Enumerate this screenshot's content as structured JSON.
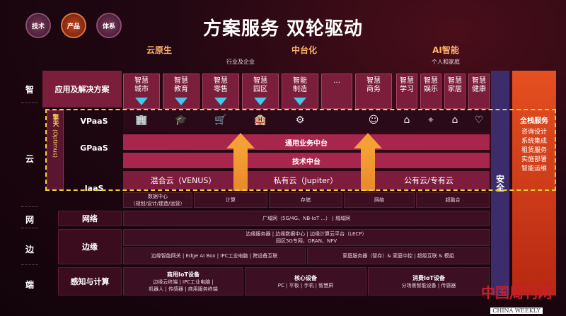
{
  "header": {
    "circles": [
      "技术",
      "产品",
      "体系"
    ],
    "title": "方案服务 双轮驱动"
  },
  "columns": [
    {
      "title": "云原生",
      "sub": ""
    },
    {
      "title": "中台化",
      "sub": "行业及企业"
    },
    {
      "title": "AI智能",
      "sub": "个人和家庭"
    }
  ],
  "side_labels": [
    "智",
    "云",
    "网",
    "边",
    "端"
  ],
  "optimus": {
    "title": "擎天",
    "sub": "(Optimus)"
  },
  "rows": {
    "apps": "应用及解决方案",
    "vpaas": "VPaaS",
    "gpaas": "GPaaS",
    "iaas": "IaaS",
    "network": "网络",
    "edge": "边缘",
    "perception": "感知与计算"
  },
  "apps": [
    [
      "智慧",
      "城市"
    ],
    [
      "智慧",
      "教育"
    ],
    [
      "智慧",
      "零售"
    ],
    [
      "智慧",
      "园区"
    ],
    [
      "智能",
      "制造"
    ],
    [
      "…",
      ""
    ],
    [
      "智慧",
      "商务"
    ],
    [
      "智慧",
      "学习"
    ],
    [
      "智慧",
      "娱乐"
    ],
    [
      "智慧",
      "家居"
    ],
    [
      "智慧",
      "健康"
    ]
  ],
  "icons": [
    "building-icon",
    "grad-cap-icon",
    "cart-icon",
    "office-icon",
    "brain-icon",
    "person-icon",
    "graduate-icon",
    "gamepad-icon",
    "home-icon",
    "heart-icon"
  ],
  "gpaas": {
    "biz": "通用业务中台",
    "tech": "技术中台"
  },
  "iaas": {
    "hybrid": "混合云（VENUS）",
    "private": "私有云（Jupiter）",
    "public": "公有云/专有云"
  },
  "infra": {
    "dc": "数据中心",
    "dc_sub": "（规划/设计/建造/运营）",
    "compute": "计算",
    "storage": "存储",
    "net": "网络",
    "converge": "超融合"
  },
  "network": "广域网（5G/4G、NB-IoT ...）  |  城域网",
  "edge": {
    "line1": "边缘服务器  |  边缘数据中心  |  边缘计算云平台（LECP）",
    "line1b": "园区5G专网、ORAN、NFV",
    "line2a": "边缘智能网关  |  Edge AI Box  |  IPC工业电脑  |  跨设备互联",
    "line2b": "家庭服务器（智存）& 家庭中控  |  超级互联 & 模组"
  },
  "devices": [
    {
      "title": "商用IoT设备",
      "l1": "边缘云终端  |  IPC工业电脑  |",
      "l2": "机器人  |  传感器  |  商用服务终端"
    },
    {
      "title": "核心设备",
      "l1": "PC  |  平板  |  手机  |  智慧屏",
      "l2": ""
    },
    {
      "title": "消费IoT设备",
      "l1": "分场景智能设备  |  传感器",
      "l2": ""
    }
  ],
  "security": "安全",
  "fullstack": {
    "title": "全栈服务",
    "items": [
      "咨询设计",
      "系统集成",
      "租赁服务",
      "实施部署",
      "智能运维"
    ]
  },
  "watermark": {
    "cn": "中国周刊网",
    "en": "CHINA WEEKLY"
  }
}
